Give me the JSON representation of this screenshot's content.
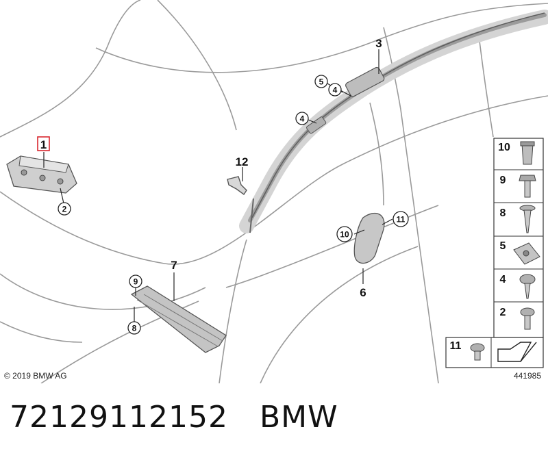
{
  "copyright": "© 2019 BMW AG",
  "diagram_number": "441985",
  "part_number": "72129112152",
  "brand": "BMW",
  "callouts": {
    "c1": "1",
    "c2": "2",
    "c3": "3",
    "c4a": "4",
    "c4b": "4",
    "c5": "5",
    "c6": "6",
    "c7": "7",
    "c8": "8",
    "c9": "9",
    "c10": "10",
    "c11": "11",
    "c12": "12"
  },
  "legend": [
    {
      "num": "10",
      "icon": "expanding-nut-icon"
    },
    {
      "num": "9",
      "icon": "hex-bolt-icon"
    },
    {
      "num": "8",
      "icon": "self-tapping-screw-icon"
    },
    {
      "num": "5",
      "icon": "clip-nut-icon"
    },
    {
      "num": "4",
      "icon": "torx-screw-icon"
    },
    {
      "num": "2",
      "icon": "short-screw-icon"
    },
    {
      "num": "11",
      "icon": "round-head-screw-icon"
    }
  ],
  "highlight_color": "#d9262e"
}
